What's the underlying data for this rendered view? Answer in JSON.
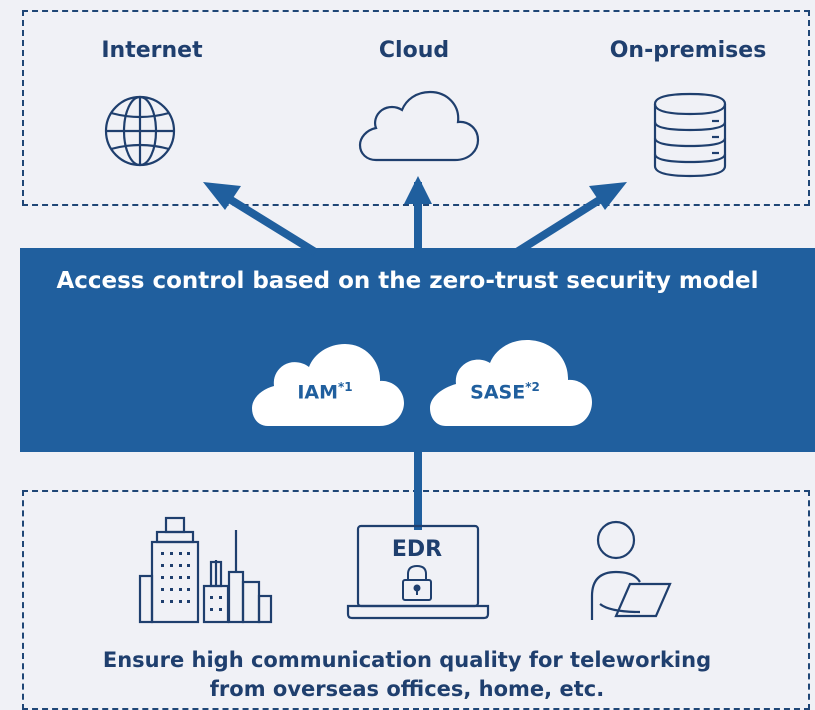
{
  "destinations": {
    "internet": "Internet",
    "cloud": "Cloud",
    "onprem": "On-premises"
  },
  "access_control": {
    "title": "Access control based on the zero-trust security model",
    "iam": "IAM",
    "iam_note": "*1",
    "sase": "SASE",
    "sase_note": "*2"
  },
  "endpoint": {
    "edr": "EDR"
  },
  "footer": {
    "line1": "Ensure high communication quality for teleworking",
    "line2": "from overseas offices, home, etc."
  },
  "colors": {
    "navy": "#1f3f6e",
    "band": "#205f9e",
    "background": "#f0f1f6"
  }
}
